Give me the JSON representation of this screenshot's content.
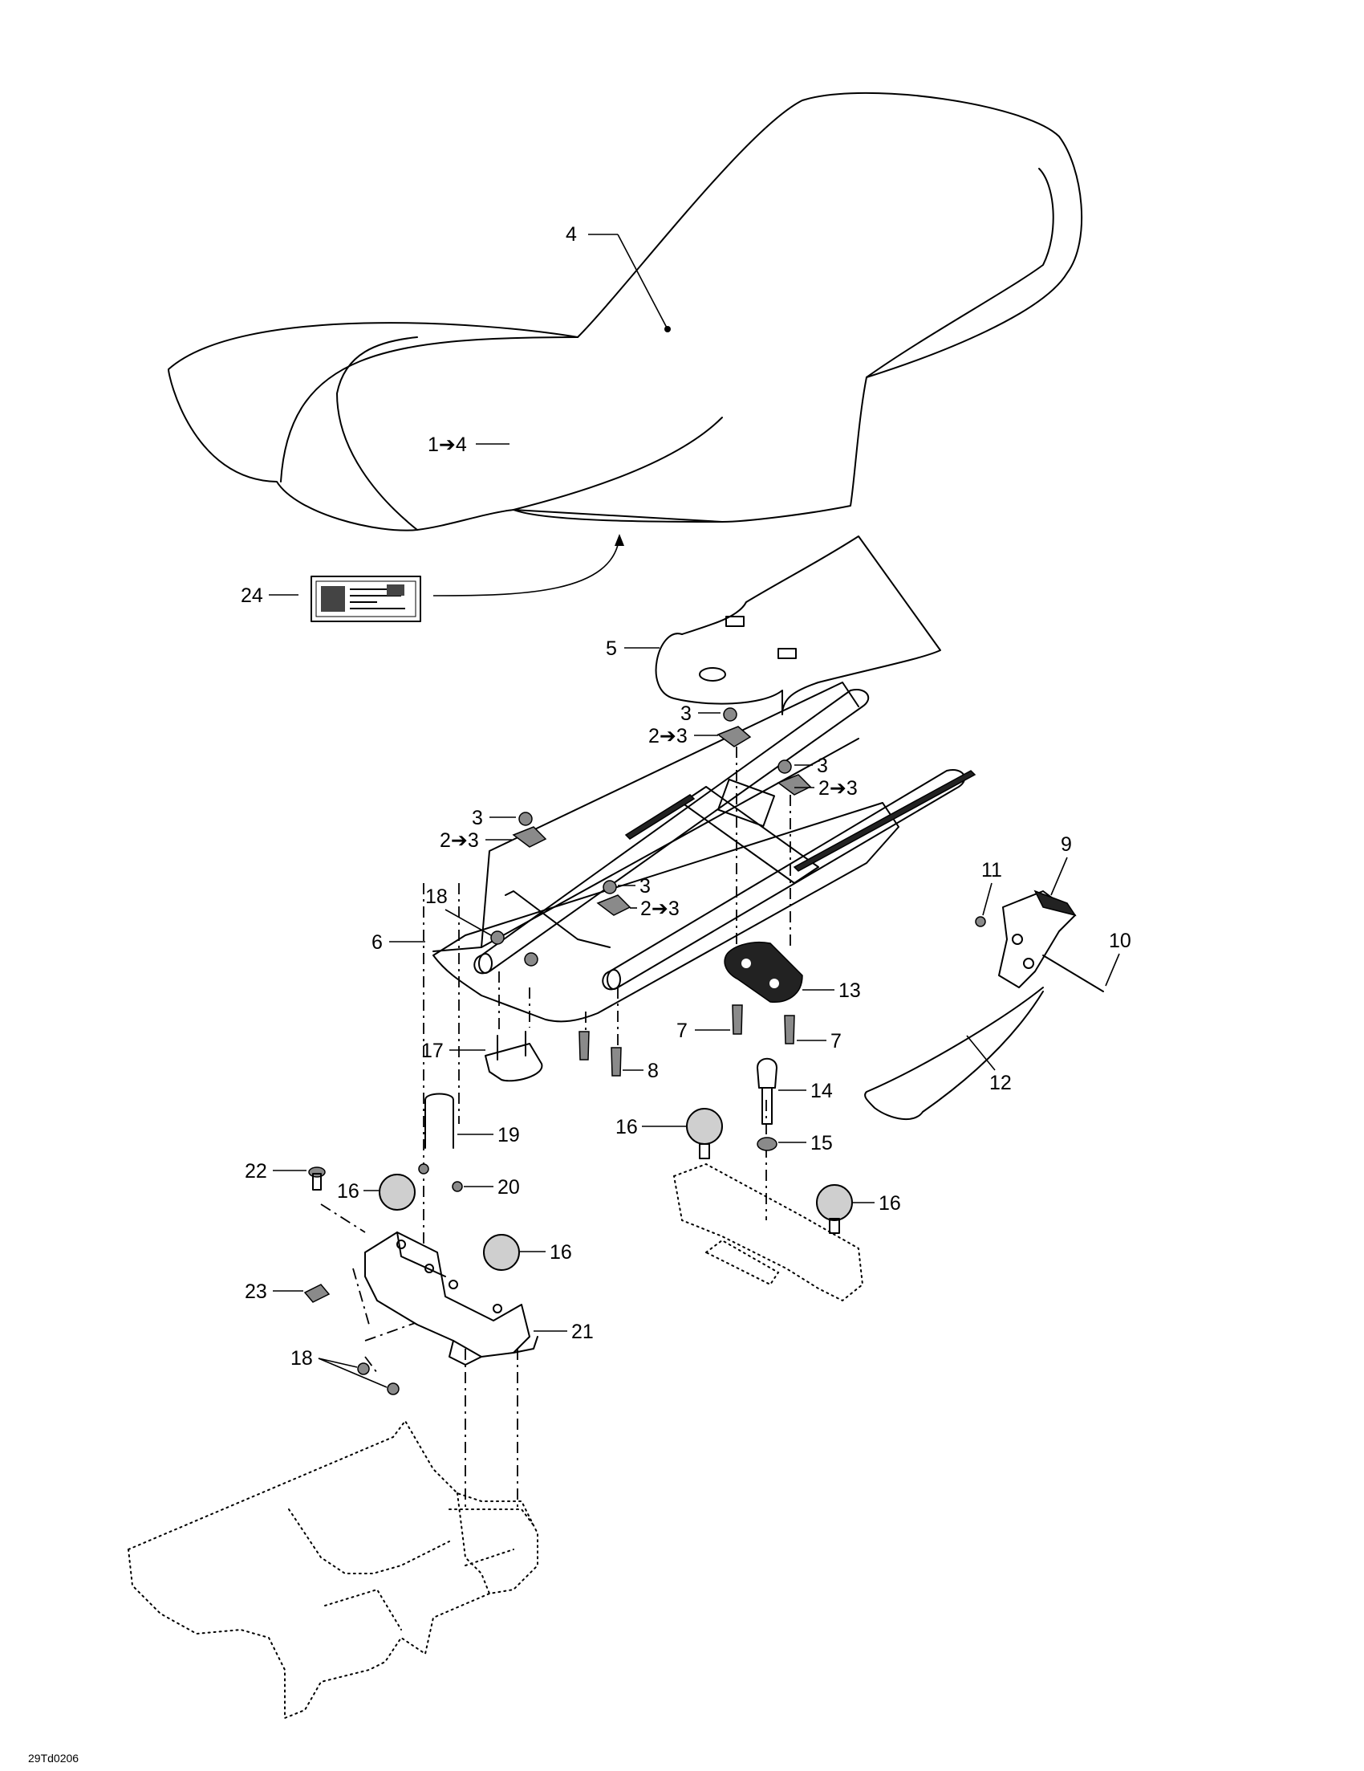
{
  "drawing_code": "29Td0206",
  "callouts": {
    "c4": "4",
    "c1_4": "1➔4",
    "c24": "24",
    "c5": "5",
    "c3a": "3",
    "c2_3a": "2➔3",
    "c3b": "3",
    "c2_3b": "2➔3",
    "c3c": "3",
    "c2_3c": "2➔3",
    "c3d": "3",
    "c2_3d": "2➔3",
    "c18a": "18",
    "c6": "6",
    "c9": "9",
    "c11": "11",
    "c10": "10",
    "c13": "13",
    "c7a": "7",
    "c7b": "7",
    "c17": "17",
    "c8": "8",
    "c12": "12",
    "c14": "14",
    "c16a": "16",
    "c15": "15",
    "c16b": "16",
    "c19": "19",
    "c22": "22",
    "c16c": "16",
    "c20": "20",
    "c16d": "16",
    "c23": "23",
    "c21": "21",
    "c18b": "18"
  }
}
